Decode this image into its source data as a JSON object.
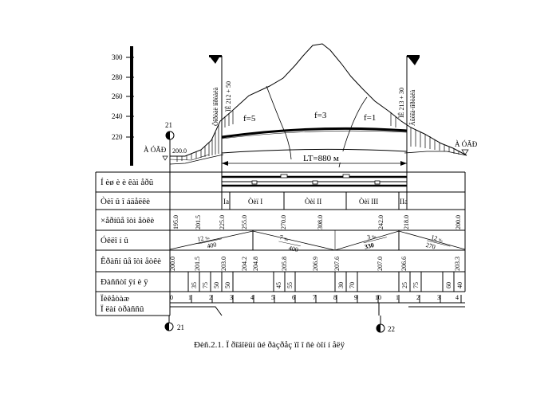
{
  "profile": {
    "scale_ticks": [
      "300",
      "280",
      "260",
      "240",
      "220"
    ],
    "benchmark_left": "21",
    "benchmark_left_elev": "200.0",
    "station_left": "À ÓÃÐ",
    "station_right": "À ÓÃÐ",
    "portal_left_text_1": "Ôîðòàë ïîðòàëà",
    "portal_left_text_2": "ÏÊ 212 + 50",
    "portal_right_text_1": "ÏÊ 213 + 30",
    "portal_right_text_2": "Âûõîä-ïîðòàëà",
    "zones": [
      "f=5",
      "f=3",
      "f=1"
    ],
    "tunnel_length": "LT=880 м"
  },
  "table": {
    "row_labels": [
      "Í èø è è êàì åðû",
      "Òèï û î áäåëêè",
      "×åðíûå îòì åòêè",
      "Óêëî í û",
      "Êðàñí ûå îòì åòêè",
      "Ðàññòî ÿí è ÿ",
      "Ïèêåòàæ Ï ëàí òðàññû"
    ],
    "lining": [
      "Ia",
      "Òèï I",
      "Òèï II",
      "Òèï III",
      "IIa"
    ],
    "black_marks": [
      "195.0",
      "201.5",
      "225.0",
      "255.0",
      "270.0",
      "308.0",
      "242.0",
      "218.0",
      "200.0"
    ],
    "slopes": [
      {
        "v": "12",
        "u": "‰",
        "l": "400"
      },
      {
        "v": "7",
        "u": "‰",
        "l": "400"
      },
      {
        "v": "3",
        "u": "‰",
        "l": "330"
      },
      {
        "v": "12",
        "u": "‰",
        "l": "270"
      }
    ],
    "red_marks": [
      "200.0",
      "201.5",
      "203.0",
      "204.2",
      "204.8",
      "205.8",
      "206.9",
      "207.6",
      "207.0",
      "206.6",
      "203.3"
    ],
    "distances": [
      "35",
      "75",
      "50",
      "50",
      "45",
      "55",
      "30",
      "70",
      "25",
      "75",
      "60",
      "40"
    ],
    "pickets": [
      "0",
      "1",
      "2",
      "3",
      "4",
      "5",
      "6",
      "7",
      "8",
      "9",
      "10",
      "1",
      "2",
      "3",
      "4"
    ]
  },
  "benchmarks_bottom": [
    "21",
    "22"
  ],
  "caption": "Ðèñ.2.1. Ï ðîäîëüí ûé ðàçðåç ïî î ñè òîí í åëÿ"
}
